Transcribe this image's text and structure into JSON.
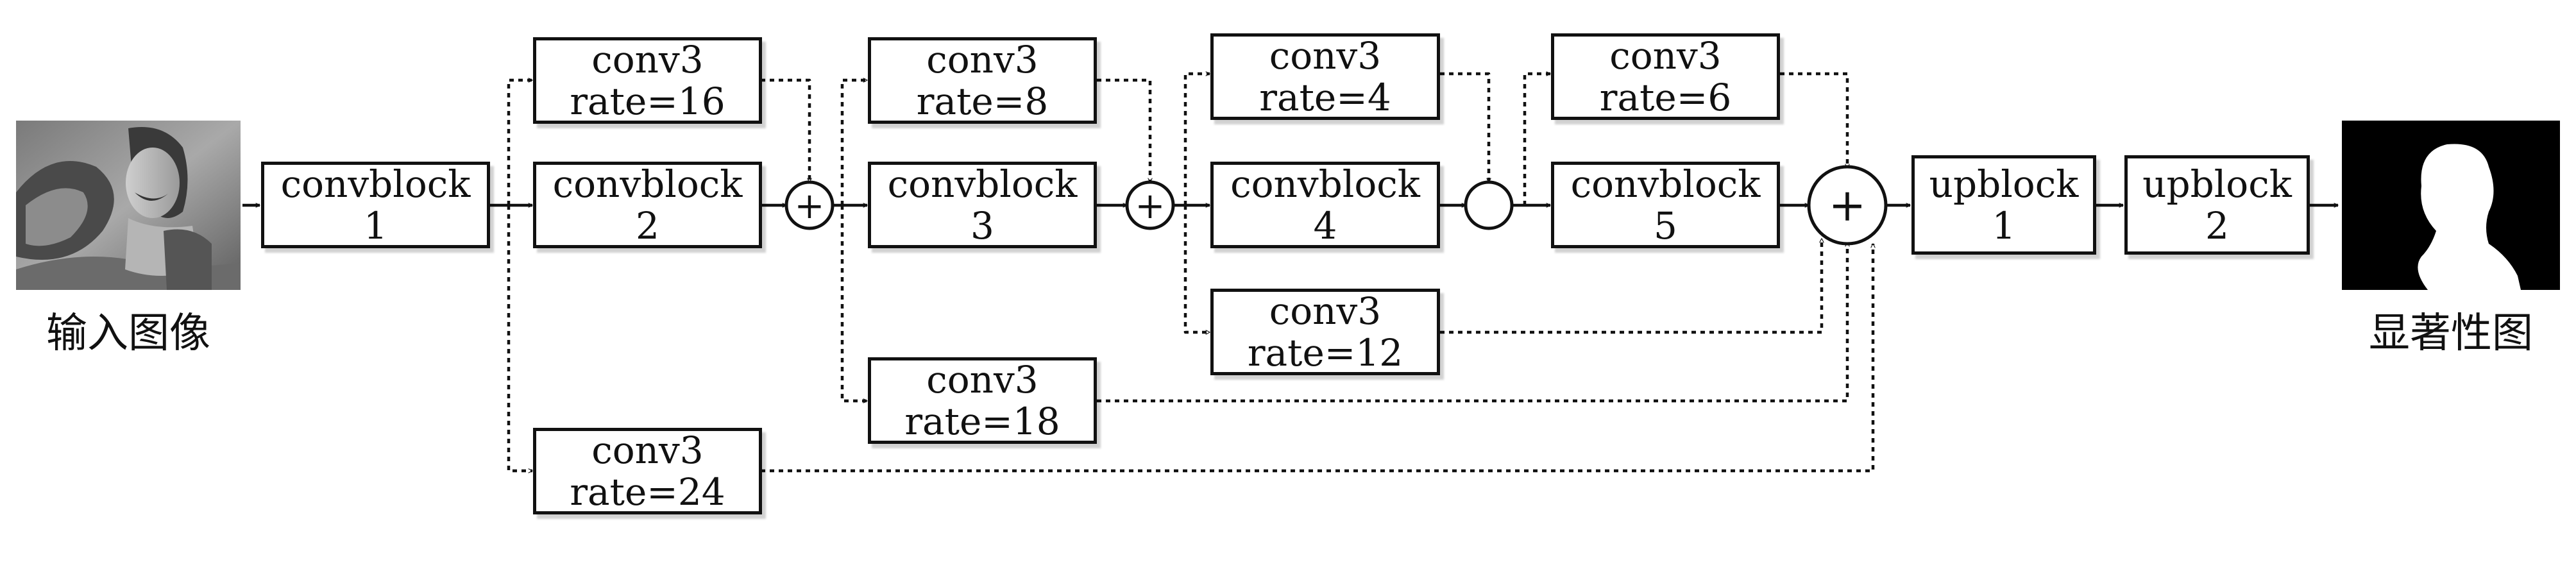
{
  "input": {
    "caption": "输入图像"
  },
  "output": {
    "caption": "显著性图"
  },
  "blocks": {
    "convblock1": {
      "line1": "convblock",
      "line2": "1"
    },
    "convblock2": {
      "line1": "convblock",
      "line2": "2"
    },
    "convblock3": {
      "line1": "convblock",
      "line2": "3"
    },
    "convblock4": {
      "line1": "convblock",
      "line2": "4"
    },
    "convblock5": {
      "line1": "convblock",
      "line2": "5"
    },
    "conv16": {
      "line1": "conv3",
      "line2": "rate=16"
    },
    "conv8": {
      "line1": "conv3",
      "line2": "rate=8"
    },
    "conv4": {
      "line1": "conv3",
      "line2": "rate=4"
    },
    "conv6": {
      "line1": "conv3",
      "line2": "rate=6"
    },
    "conv12": {
      "line1": "conv3",
      "line2": "rate=12"
    },
    "conv18": {
      "line1": "conv3",
      "line2": "rate=18"
    },
    "conv24": {
      "line1": "conv3",
      "line2": "rate=24"
    },
    "upblock1": {
      "line1": "upblock",
      "line2": "1"
    },
    "upblock2": {
      "line1": "upblock",
      "line2": "2"
    }
  },
  "ops": {
    "add_symbol": "+"
  }
}
